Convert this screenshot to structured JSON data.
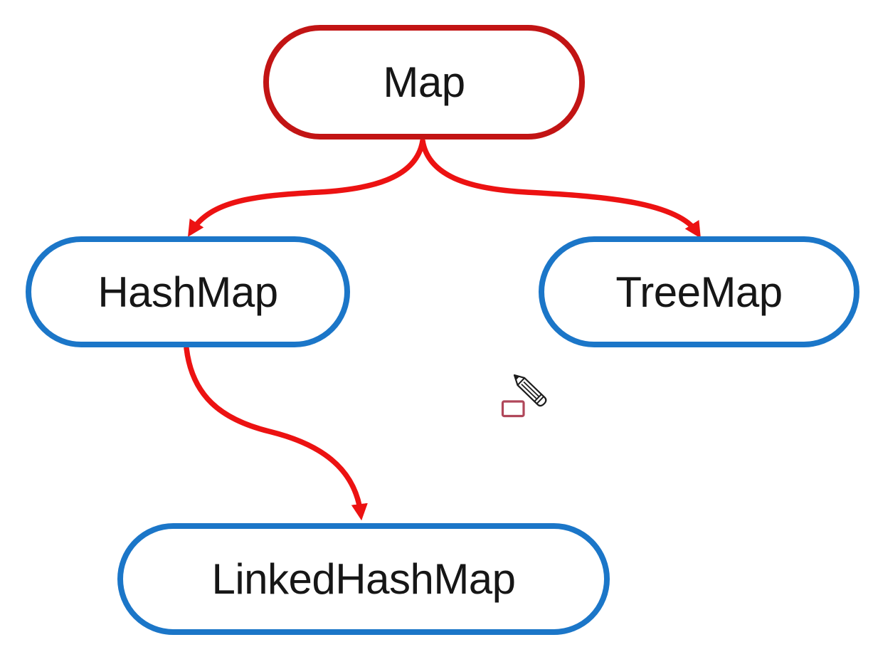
{
  "nodes": [
    {
      "id": "map",
      "label": "Map",
      "role": "parent",
      "border_color": "#c21414"
    },
    {
      "id": "hashmap",
      "label": "HashMap",
      "role": "child",
      "border_color": "#1b76c8"
    },
    {
      "id": "treemap",
      "label": "TreeMap",
      "role": "child",
      "border_color": "#1b76c8"
    },
    {
      "id": "linkedhashmap",
      "label": "LinkedHashMap",
      "role": "child",
      "border_color": "#1b76c8"
    }
  ],
  "edges": [
    {
      "from": "Map",
      "to": "HashMap"
    },
    {
      "from": "Map",
      "to": "TreeMap"
    },
    {
      "from": "HashMap",
      "to": "LinkedHashMap"
    }
  ],
  "colors": {
    "arrow": "#ec1212",
    "parent_border": "#c21414",
    "child_border": "#1b76c8",
    "node_text": "#161616",
    "background": "#ffffff",
    "annotation_rect": "#b0475a",
    "pencil_outline": "#1c1c1c"
  },
  "overlay": {
    "cursor": "pencil-cursor",
    "annotation": "small-red-rectangle"
  }
}
